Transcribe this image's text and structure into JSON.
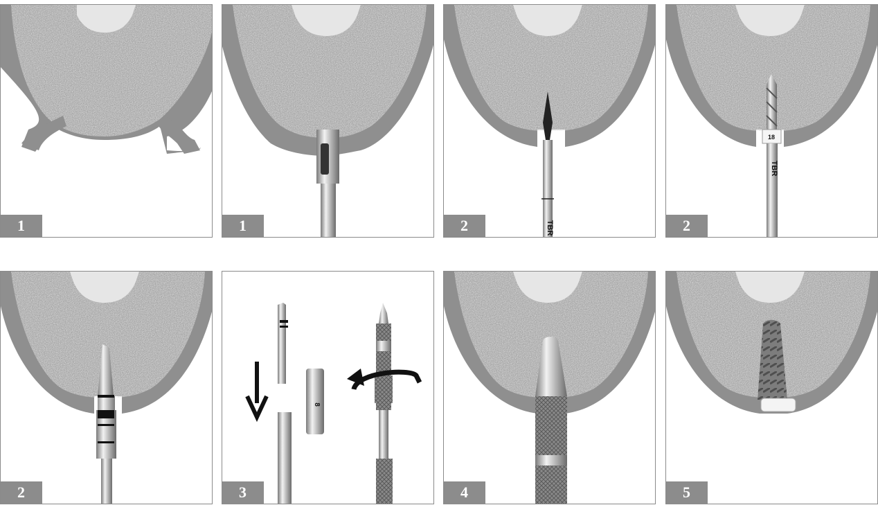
{
  "panels": [
    {
      "step": "1",
      "tool_text": ""
    },
    {
      "step": "1",
      "tool_text": ""
    },
    {
      "step": "2",
      "tool_text": "TBR"
    },
    {
      "step": "2",
      "tool_text": "TBR",
      "marker": "18"
    },
    {
      "step": "2",
      "tool_text": ""
    },
    {
      "step": "3",
      "tool_text": "",
      "marker": "8"
    },
    {
      "step": "4",
      "tool_text": ""
    },
    {
      "step": "5",
      "tool_text": ""
    }
  ],
  "colors": {
    "cortical": "#8f8f8f",
    "cancellous": "#c9c9c9",
    "canal": "#e6e6e6",
    "badge": "#8c8c8c",
    "metal": "#b8b8b8",
    "metal_dark": "#555555"
  }
}
